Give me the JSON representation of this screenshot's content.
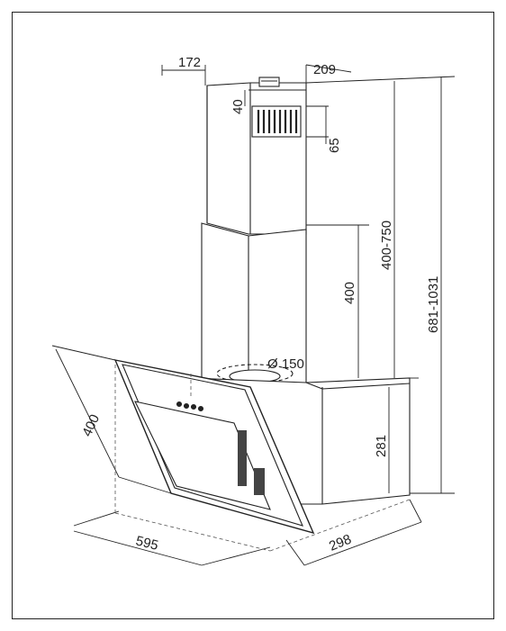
{
  "diagram": {
    "dimensions": {
      "chimney_width": "172",
      "chimney_depth": "209",
      "vent_offset": "40",
      "vent_height": "65",
      "chimney_adjust": "400-750",
      "total_height": "681-1031",
      "lower_chimney": "400",
      "duct_diameter": "Ø 150",
      "body_height": "281",
      "panel_height": "400",
      "width": "595",
      "depth": "298"
    },
    "colors": {
      "line": "#222222",
      "dash": "#555555",
      "background": "#ffffff"
    }
  }
}
